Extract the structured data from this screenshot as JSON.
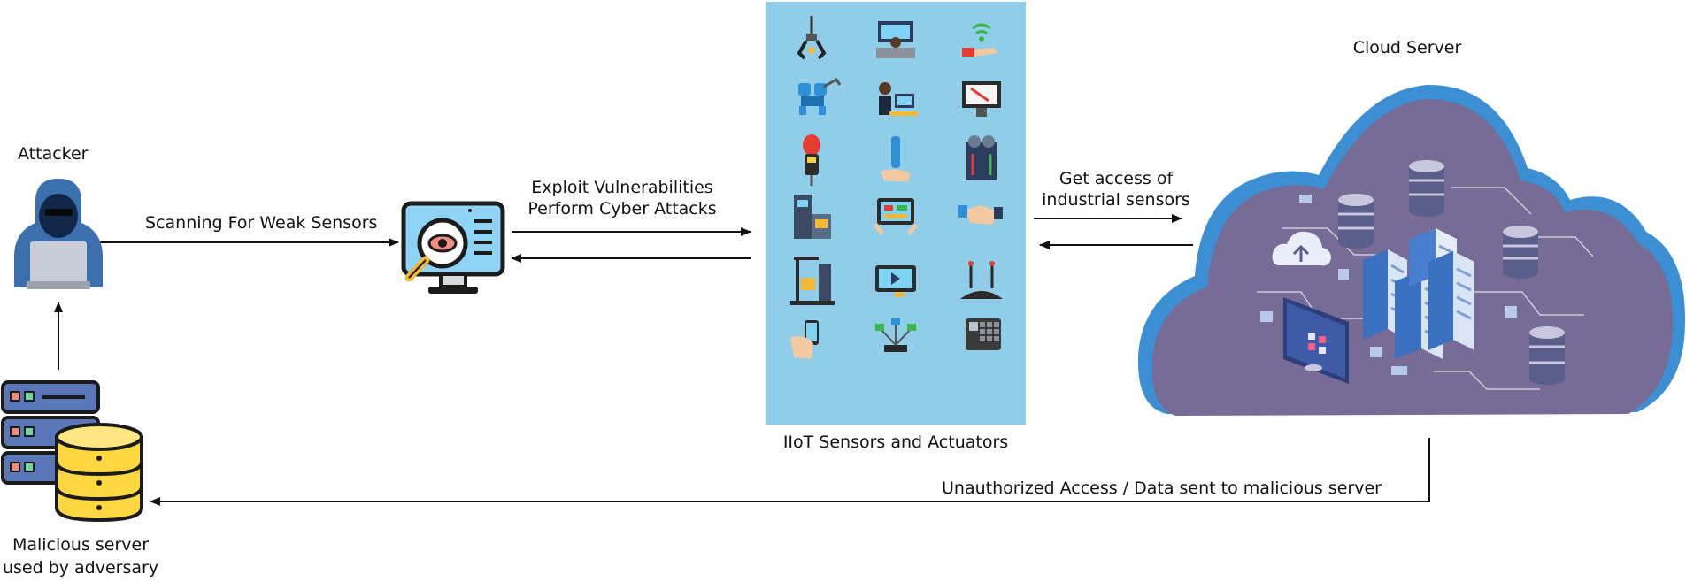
{
  "labels": {
    "attacker": "Attacker",
    "scanning": "Scanning For Weak Sensors",
    "exploit_line1": "Exploit Vulnerabilities",
    "exploit_line2": "Perform Cyber Attacks",
    "get_access_line1": "Get access of",
    "get_access_line2": "industrial sensors",
    "cloud_server": "Cloud Server",
    "iiot": "IIoT Sensors and Actuators",
    "unauthorized": "Unauthorized Access / Data sent to malicious server",
    "malicious_line1": "Malicious server",
    "malicious_line2": "used by adversary"
  },
  "iiot_icons": [
    "robotic-claw-icon",
    "control-desk-operator-icon",
    "wireless-hand-sensor-icon",
    "robot-arm-icon",
    "engineer-monitor-icon",
    "gauge-dashboard-icon",
    "thermometer-probe-icon",
    "robotic-hand-icon",
    "gear-machine-icon",
    "factory-machine-icon",
    "tablet-control-icon",
    "handshake-device-icon",
    "lift-crane-icon",
    "video-display-icon",
    "antenna-station-icon",
    "smartphone-hand-icon",
    "network-hub-icon",
    "keypad-panel-icon"
  ],
  "colors": {
    "panel": "#8fcde8",
    "cloud": "#776c95",
    "cloud_edge": "#3d8fd4",
    "hood": "#3c6fae",
    "server_blue": "#5a78b9",
    "database_yellow": "#ffd740"
  }
}
